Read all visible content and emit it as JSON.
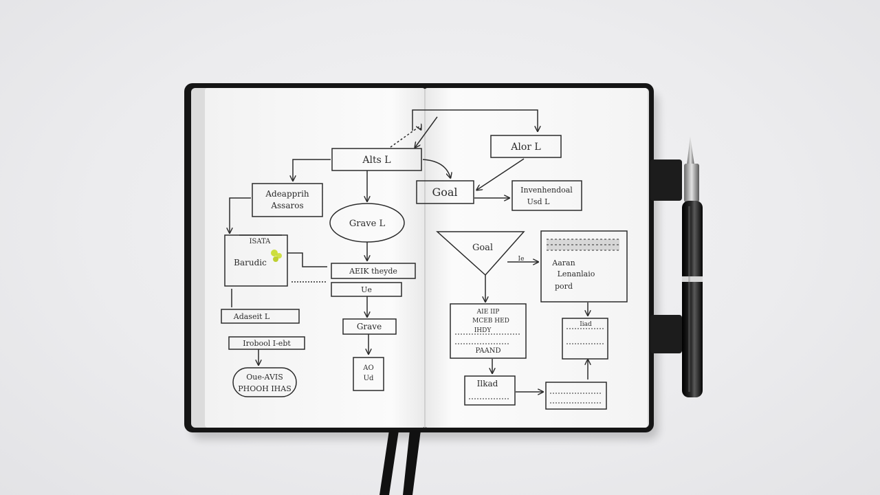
{
  "scene": {
    "description_type": "photo",
    "colors": {
      "background": "#ececee",
      "notebook_cover": "#151515",
      "page": "#fbfbfb",
      "ink": "#2a2a2a",
      "highlight": "#c9dc2a",
      "pen_body": "#0e0e0e",
      "pen_band": "#d8d8d8"
    }
  },
  "notebook": {
    "left_page": {
      "box_top": "Alts L",
      "box_left_mid": [
        "Adeapprih",
        "Assaros"
      ],
      "ellipse_center": "Grave L",
      "box_highlight_label": "ISATA",
      "box_highlight": "Barudic",
      "bar_mid": "AEIK theyde",
      "bar_mid_sub": "Ue",
      "bar_left_1": "Adaseit L",
      "bar_left_2": "Irobool I-ebt",
      "box_small": "Grave",
      "box_tiny": [
        "AO",
        "Ud"
      ],
      "oval_bottom": [
        "Oue-AVIS",
        "PHOOH IHAS"
      ]
    },
    "right_page": {
      "box_top_right": "Alor L",
      "box_goal": "Goal",
      "box_right_mid": [
        "Invenhendoal",
        "Usd L"
      ],
      "triangle": "Goal",
      "arrow_label": "Ie",
      "box_big": [
        "Aaran",
        "Lenanlaio",
        "pord"
      ],
      "box_list": [
        "AIE IIP",
        "MCEB HED",
        "IHDY",
        "PAAND"
      ],
      "box_small_right": "Iiad",
      "box_bottom_left": "Ilkad"
    }
  }
}
